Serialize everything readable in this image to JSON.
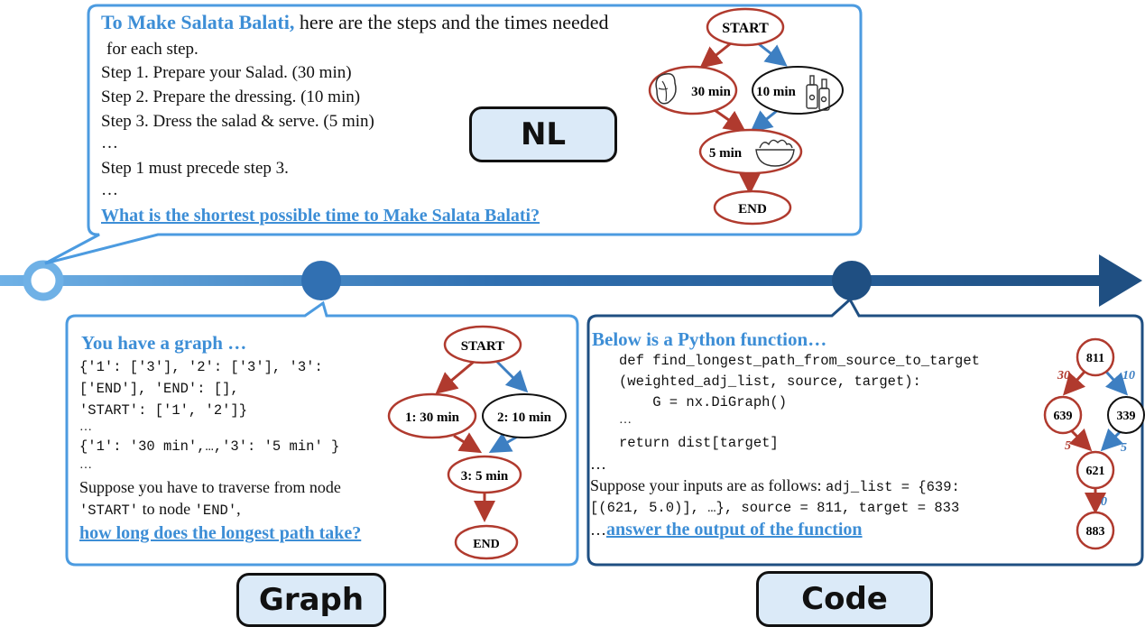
{
  "nl": {
    "title": "To Make Salata Balati,",
    "intro": " here are the steps and the times needed",
    "intro2": "for each step.",
    "step1": "Step 1. Prepare your Salad. (30 min)",
    "step2": "Step 2. Prepare the dressing. (10 min)",
    "step3": "Step 3. Dress the salad & serve. (5 min)",
    "ellipsis1": "…",
    "constraint": "Step 1 must precede step 3.",
    "ellipsis2": "…",
    "question": "What is the shortest possible time  to Make Salata Balati?",
    "tag": "NL",
    "graph": {
      "start": "START",
      "n1": "30 min",
      "n2": "10 min",
      "n3": "5 min",
      "end": "END"
    }
  },
  "graph": {
    "title": "You have a graph …",
    "code1": "{'1': ['3'], '2': ['3'], '3':",
    "code2": "['END'], 'END': [],",
    "code3": "'START': ['1', '2']}",
    "ellipsis1": "…",
    "code4": "{'1': '30 min',…,'3': '5 min' }",
    "ellipsis2": "…",
    "text1": "Suppose you have to traverse from node",
    "text2a": "'START'",
    "text2b": " to node ",
    "text2c": "'END'",
    "text2d": ",",
    "question": "how long does the longest path take?",
    "tag": "Graph",
    "diagram": {
      "start": "START",
      "n1": "1: 30 min",
      "n2": "2: 10 min",
      "n3": "3: 5 min",
      "end": "END"
    }
  },
  "code": {
    "title": "Below is a Python function…",
    "line1": "def find_longest_path_from_source_to_target",
    "line2": "(weighted_adj_list, source, target):",
    "line3": "    G = nx.DiGraph()",
    "line4": "…",
    "line5": "return dist[target]",
    "ellipsis": "…",
    "text1a": "Suppose your inputs are as follows: ",
    "text1b": "adj_list = {639:",
    "text2": "[(621, 5.0)], …}, source = 811, target = 833",
    "ellipsis2": "…",
    "question": "answer the output of the function",
    "tag": "Code",
    "diagram": {
      "n811": "811",
      "n639": "639",
      "n339": "339",
      "n621": "621",
      "n883": "883",
      "w30": "30",
      "w10": "10",
      "w5a": "5",
      "w5b": "5",
      "w0": "0"
    }
  },
  "colors": {
    "accent_blue": "#3d8ed6",
    "dark_blue": "#1f4f82",
    "red": "#b03a2e",
    "tag_fill": "#dbeaf8"
  }
}
